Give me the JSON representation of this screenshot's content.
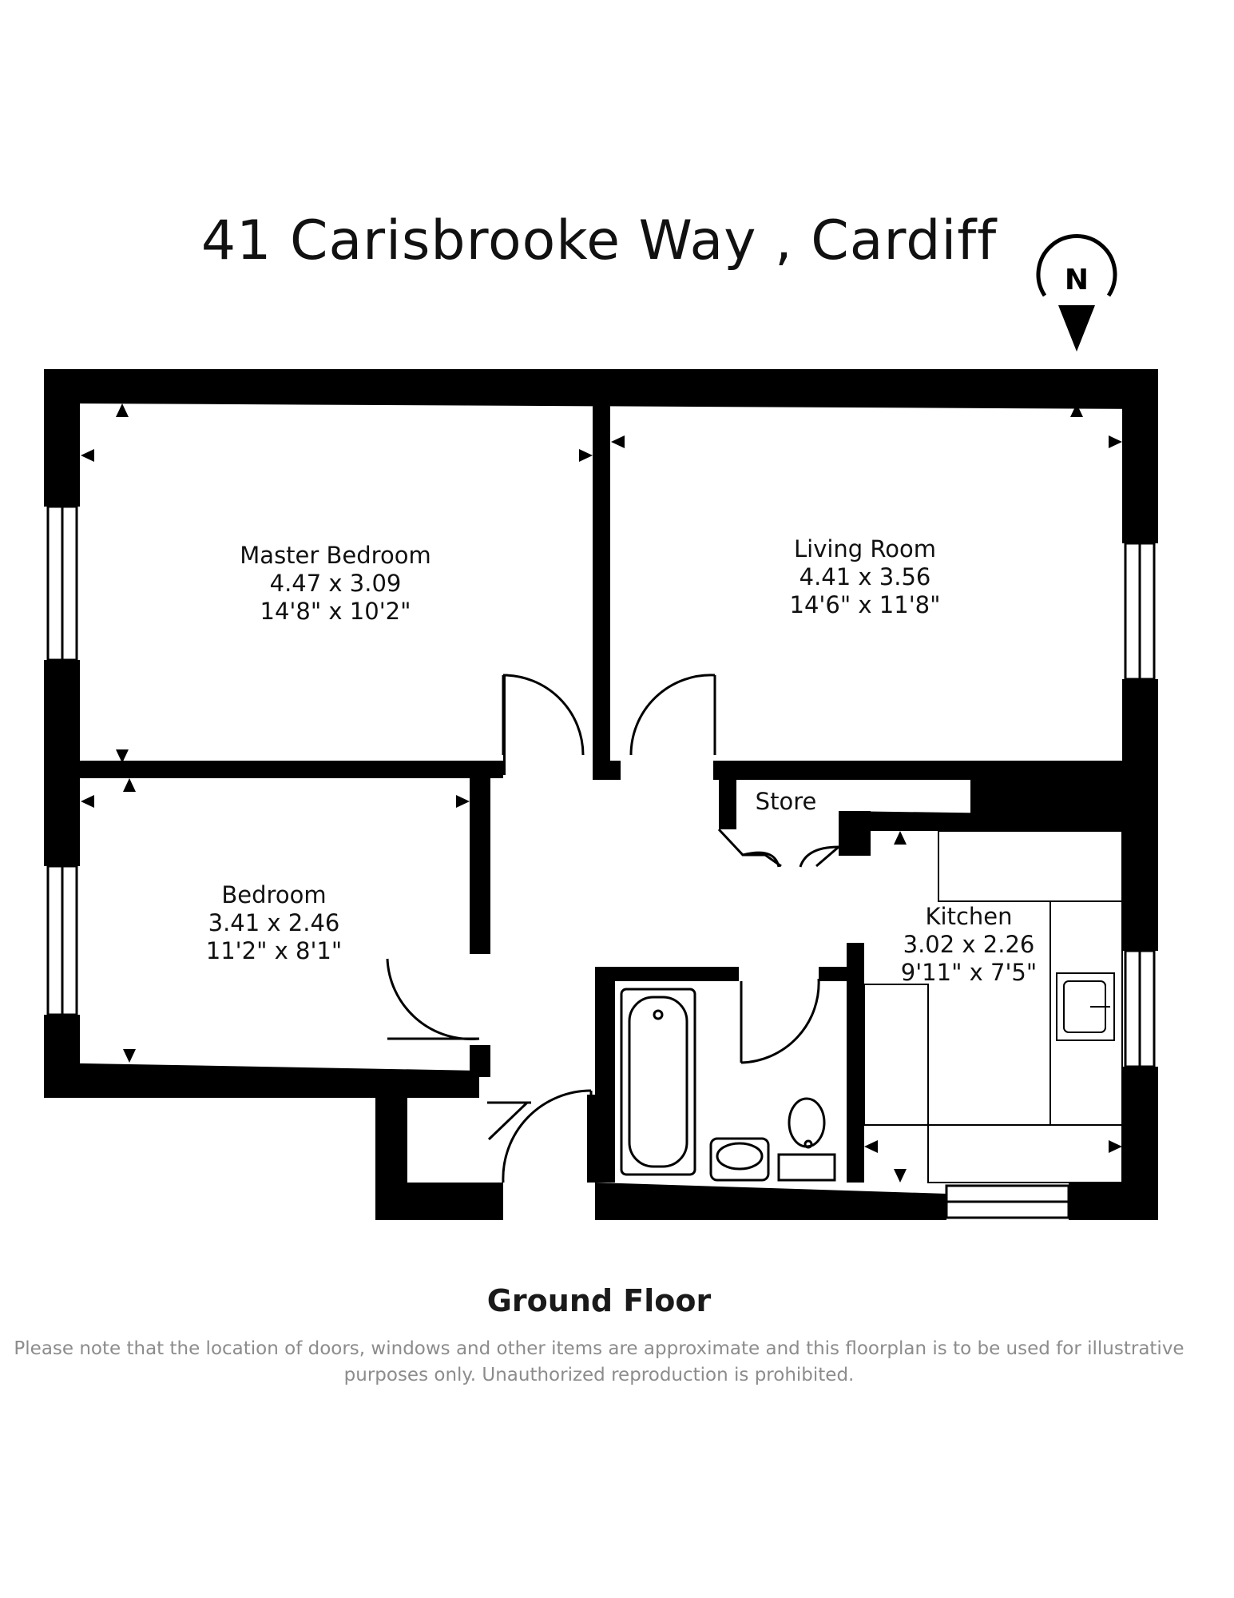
{
  "title": "41 Carisbrooke Way , Cardiff",
  "compass": {
    "label": "N"
  },
  "rooms": [
    {
      "key": "master",
      "name": "Master Bedroom",
      "metric": "4.47 x 3.09",
      "imperial": "14'8\" x 10'2\""
    },
    {
      "key": "living",
      "name": "Living Room",
      "metric": "4.41 x 3.56",
      "imperial": "14'6\" x 11'8\""
    },
    {
      "key": "bedroom",
      "name": "Bedroom",
      "metric": "3.41 x 2.46",
      "imperial": "11'2\" x 8'1\""
    },
    {
      "key": "kitchen",
      "name": "Kitchen",
      "metric": "3.02 x 2.26",
      "imperial": "9'11\" x 7'5\""
    }
  ],
  "store_label": "Store",
  "floor_label": "Ground Floor",
  "disclaimer": "Please note that the location of doors, windows and other items are approximate and this floorplan is to be used for illustrative purposes only. Unauthorized reproduction is prohibited.",
  "colors": {
    "wall": "#000000",
    "background": "#ffffff",
    "disclaimer": "#8c8c8c"
  }
}
